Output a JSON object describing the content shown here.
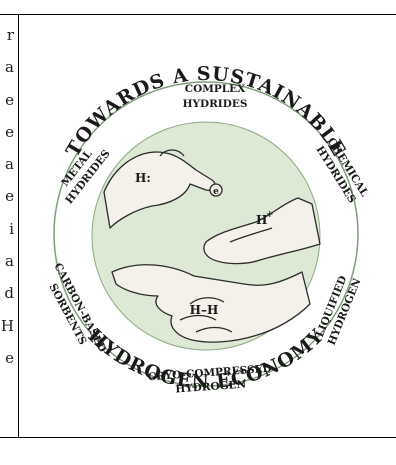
{
  "title_top": "TOWARDS A SUSTAINABLE",
  "title_bottom": "HYDROGEN ECONOMY",
  "segments": [
    {
      "id": "complex",
      "line1": "COMPLEX",
      "line2": "HYDRIDES"
    },
    {
      "id": "chemical",
      "line1": "CHEMICAL",
      "line2": "HYDRIDES"
    },
    {
      "id": "liquified",
      "line1": "LIQUIFIED",
      "line2": "HYDROGEN"
    },
    {
      "id": "cryo",
      "line1": "CRYO-COMPRESSED",
      "line2": "HYDROGEN"
    },
    {
      "id": "carbon",
      "line1": "CARBON-BASED",
      "line2": "SORBENTS"
    },
    {
      "id": "metal",
      "line1": "METAL",
      "line2": "HYDRIDES"
    }
  ],
  "hand_labels": {
    "hydride": "H:",
    "electron": "e",
    "proton": "H",
    "proton_sup": "+",
    "bond": "H–H"
  },
  "left_column_fragments": [
    "r",
    "a",
    "e",
    "e",
    "a",
    "e",
    "i",
    "a",
    "d",
    "H",
    "e"
  ],
  "colors": {
    "inner_fill": "#dde8d5",
    "ring_stroke": "#7fa07a",
    "text": "#1a1a1a"
  }
}
